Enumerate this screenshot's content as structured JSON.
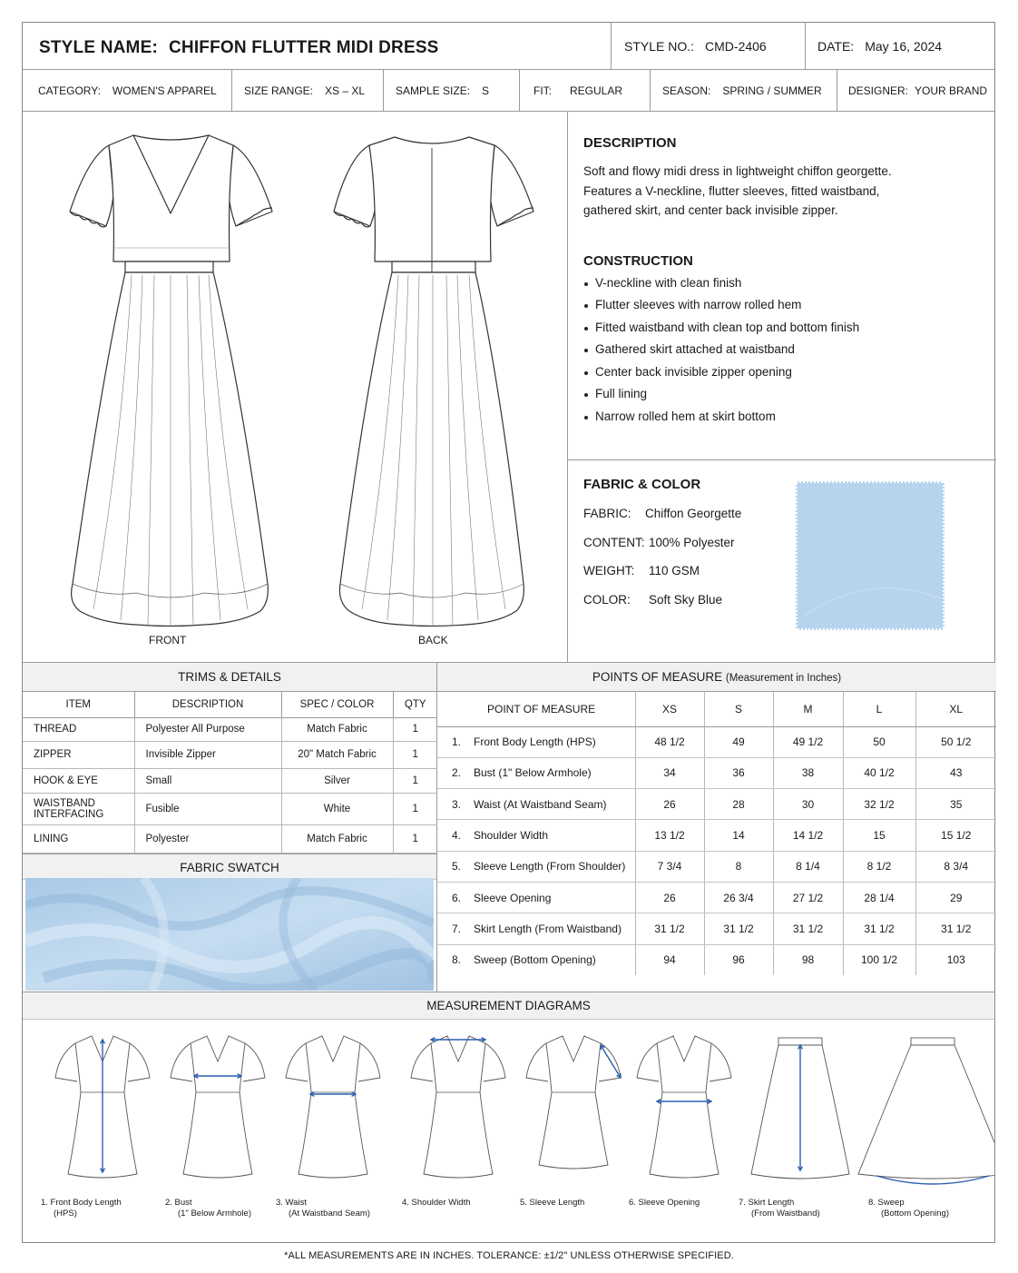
{
  "header": {
    "style_name_label": "STYLE NAME:",
    "style_name": "CHIFFON FLUTTER MIDI DRESS",
    "style_no_label": "STYLE NO.:",
    "style_no": "CMD-2406",
    "date_label": "DATE:",
    "date": "May 16, 2024"
  },
  "meta": {
    "category_label": "CATEGORY:",
    "category": "WOMEN'S APPAREL",
    "size_range_label": "SIZE RANGE:",
    "size_range": "XS – XL",
    "sample_size_label": "SAMPLE SIZE:",
    "sample_size": "S",
    "fit_label": "FIT:",
    "fit": "REGULAR",
    "season_label": "SEASON:",
    "season": "SPRING / SUMMER",
    "designer_label": "DESIGNER:",
    "designer": "YOUR BRAND"
  },
  "sketch": {
    "front_label": "FRONT",
    "back_label": "BACK"
  },
  "description": {
    "title": "DESCRIPTION",
    "text": "Soft and flowy midi dress in lightweight chiffon georgette. Features a V-neckline, flutter sleeves, fitted waistband, gathered skirt, and center back invisible zipper."
  },
  "construction": {
    "title": "CONSTRUCTION",
    "items": [
      "V-neckline with clean finish",
      "Flutter sleeves with narrow rolled hem",
      "Fitted waistband with clean top and bottom finish",
      "Gathered skirt attached at waistband",
      "Center back invisible zipper opening",
      "Full lining",
      "Narrow rolled hem at skirt bottom"
    ]
  },
  "fabric": {
    "title": "FABRIC & COLOR",
    "fabric_label": "FABRIC:",
    "fabric": "Chiffon Georgette",
    "content_label": "CONTENT:",
    "content": "100% Polyester",
    "weight_label": "WEIGHT:",
    "weight": "110 GSM",
    "color_label": "COLOR:",
    "color": "Soft Sky Blue",
    "swatch_color": "#b9d5ee"
  },
  "trims": {
    "title": "TRIMS & DETAILS",
    "headers": [
      "ITEM",
      "DESCRIPTION",
      "SPEC / COLOR",
      "QTY"
    ],
    "rows": [
      [
        "THREAD",
        "Polyester All Purpose",
        "Match Fabric",
        "1"
      ],
      [
        "ZIPPER",
        "Invisible Zipper",
        "20\" Match Fabric",
        "1"
      ],
      [
        "HOOK & EYE",
        "Small",
        "Silver",
        "1"
      ],
      [
        "WAISTBAND\nINTERFACING",
        "Fusible",
        "White",
        "1"
      ],
      [
        "LINING",
        "Polyester",
        "Match Fabric",
        "1"
      ]
    ]
  },
  "swatch": {
    "title": "FABRIC SWATCH"
  },
  "pom": {
    "title": "POINTS OF MEASURE",
    "subtitle": "(Measurement in Inches)",
    "headers": [
      "POINT OF MEASURE",
      "XS",
      "S",
      "M",
      "L",
      "XL"
    ],
    "rows": [
      [
        "1.",
        "Front Body Length (HPS)",
        "48 1/2",
        "49",
        "49 1/2",
        "50",
        "50 1/2"
      ],
      [
        "2.",
        "Bust (1\" Below Armhole)",
        "34",
        "36",
        "38",
        "40 1/2",
        "43"
      ],
      [
        "3.",
        "Waist (At Waistband Seam)",
        "26",
        "28",
        "30",
        "32 1/2",
        "35"
      ],
      [
        "4.",
        "Shoulder Width",
        "13 1/2",
        "14",
        "14 1/2",
        "15",
        "15 1/2"
      ],
      [
        "5.",
        "Sleeve Length (From Shoulder)",
        "7 3/4",
        "8",
        "8 1/4",
        "8 1/2",
        "8 3/4"
      ],
      [
        "6.",
        "Sleeve Opening",
        "26",
        "26 3/4",
        "27 1/2",
        "28 1/4",
        "29"
      ],
      [
        "7.",
        "Skirt Length (From Waistband)",
        "31 1/2",
        "31 1/2",
        "31 1/2",
        "31 1/2",
        "31 1/2"
      ],
      [
        "8.",
        "Sweep (Bottom Opening)",
        "94",
        "96",
        "98",
        "100 1/2",
        "103"
      ]
    ]
  },
  "diagrams": {
    "title": "MEASUREMENT DIAGRAMS",
    "captions": [
      [
        "1. Front Body Length",
        "(HPS)"
      ],
      [
        "2. Bust",
        "(1\" Below Armhole)"
      ],
      [
        "3. Waist",
        "(At Waistband Seam)"
      ],
      [
        "4. Shoulder Width",
        ""
      ],
      [
        "5. Sleeve Length",
        ""
      ],
      [
        "6. Sleeve Opening",
        ""
      ],
      [
        "7. Skirt Length",
        "(From Waistband)"
      ],
      [
        "8. Sweep",
        "(Bottom Opening)"
      ]
    ],
    "arrow_color": "#2a5fb0"
  },
  "footnote": "*ALL MEASUREMENTS ARE IN INCHES. TOLERANCE:  ±1/2\" UNLESS OTHERWISE SPECIFIED."
}
